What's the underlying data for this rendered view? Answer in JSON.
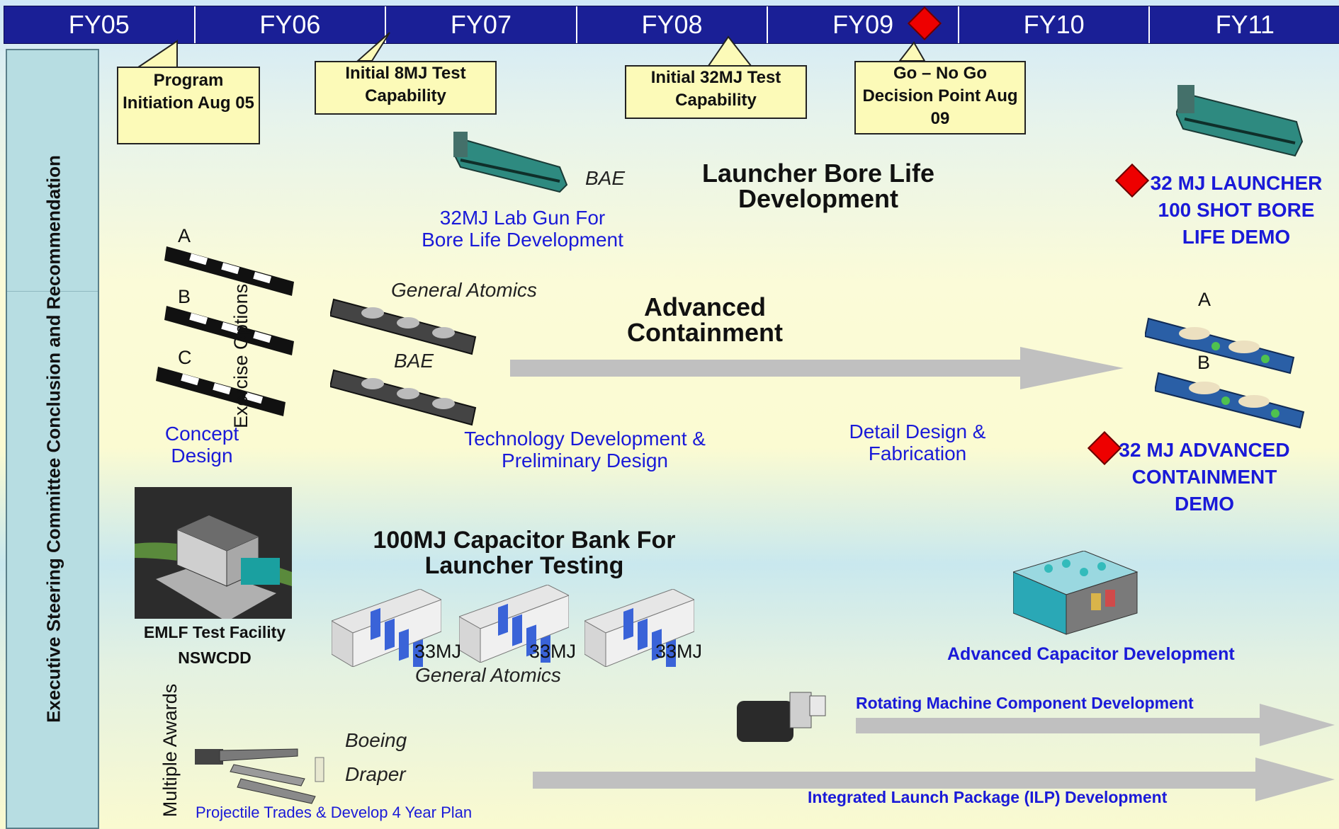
{
  "years": [
    "FY05",
    "FY06",
    "FY07",
    "FY08",
    "FY09",
    "FY10",
    "FY11"
  ],
  "exec_label": "Executive Steering Committee Conclusion and Recommendation",
  "callouts": {
    "program": "Program Initiation Aug 05",
    "initial8": "Initial 8MJ Test Capability",
    "initial32": "Initial 32MJ Test Capability",
    "gonogo": "Go – No Go Decision Point Aug 09"
  },
  "bore": {
    "title": "Launcher Bore Life Development",
    "vendor": "BAE",
    "lab_gun": "32MJ Lab Gun For Bore Life Development",
    "demo": "32 MJ LAUNCHER 100 SHOT BORE LIFE DEMO"
  },
  "containment": {
    "options": [
      "A",
      "B",
      "C"
    ],
    "exercise": "Exercise Options",
    "vendor1": "General Atomics",
    "vendor2": "BAE",
    "title": "Advanced Containment",
    "concept": "Concept Design",
    "techdev": "Technology Development & Preliminary Design",
    "detail": "Detail Design & Fabrication",
    "result_options": [
      "A",
      "B"
    ],
    "demo": "32 MJ ADVANCED CONTAINMENT DEMO"
  },
  "capacitor": {
    "facility": "EMLF Test Facility",
    "facility_site": "NSWCDD",
    "title": "100MJ Capacitor Bank For Launcher Testing",
    "banks": [
      "33MJ",
      "33MJ",
      "33MJ"
    ],
    "vendor": "General Atomics",
    "advanced": "Advanced Capacitor Development"
  },
  "projectile": {
    "awards": "Multiple Awards",
    "vendor1": "Boeing",
    "vendor2": "Draper",
    "trades": "Projectile Trades & Develop 4 Year Plan",
    "rotating": "Rotating Machine Component Development",
    "ilp": "Integrated Launch Package (ILP) Development"
  },
  "colors": {
    "header": "#1a1f96",
    "milestone": "#ee0000",
    "link_blue": "#1a1ad8",
    "callout": "#fcfab8"
  }
}
